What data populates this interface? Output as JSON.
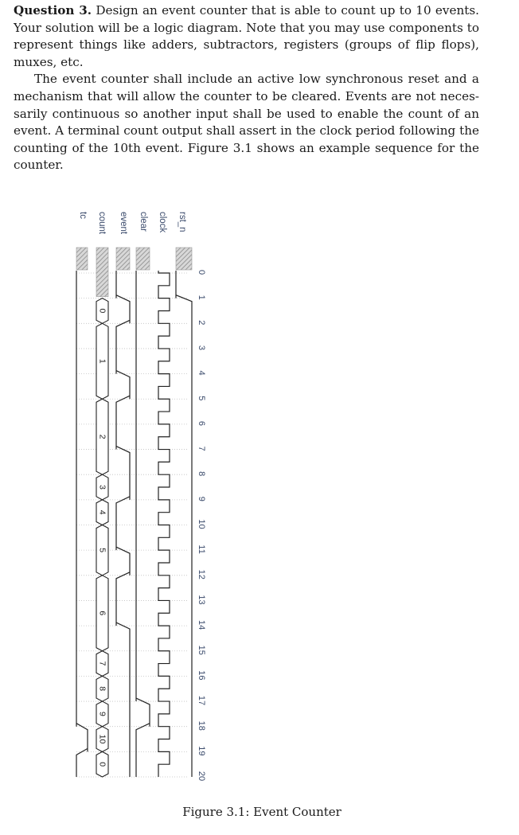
{
  "question": {
    "label": "Question 3.",
    "intro": " Design an event counter that is able to count up to 10 events. Your solution will be a logic diagram. Note that you may use components to represent things like adders, subtractors, registers (groups of flip flops), muxes, etc.",
    "body": "The event counter shall include an active low synchronous reset and a mechanism that will allow the counter to be cleared. Events are not neces­sarily continuous so another input shall be used to enable the count of an event. A terminal count output shall assert in the clock period following the counting of the 10th event. Figure 3.1 shows an example sequence for the counter."
  },
  "figure": {
    "caption": "Figure 3.1: Event Counter",
    "cycles": [
      "0",
      "1",
      "2",
      "3",
      "4",
      "5",
      "6",
      "7",
      "8",
      "9",
      "10",
      "11",
      "12",
      "13",
      "14",
      "15",
      "16",
      "17",
      "18",
      "19",
      "20"
    ],
    "signals": [
      "rst_n",
      "clock",
      "clear",
      "event",
      "count",
      "tc"
    ],
    "waves": {
      "rst_n": [
        0,
        1,
        1,
        1,
        1,
        1,
        1,
        1,
        1,
        1,
        1,
        1,
        1,
        1,
        1,
        1,
        1,
        1,
        1,
        1
      ],
      "clear": [
        0,
        0,
        0,
        0,
        0,
        0,
        0,
        0,
        0,
        0,
        0,
        0,
        0,
        0,
        0,
        0,
        0,
        1,
        0,
        0
      ],
      "event": [
        0,
        1,
        0,
        0,
        1,
        0,
        0,
        1,
        1,
        0,
        0,
        1,
        0,
        0,
        1,
        1,
        1,
        1,
        1,
        1
      ],
      "tc": [
        0,
        0,
        0,
        0,
        0,
        0,
        0,
        0,
        0,
        0,
        0,
        0,
        0,
        0,
        0,
        0,
        0,
        0,
        1,
        0
      ]
    },
    "count_segments": [
      {
        "label": "0",
        "from": 1,
        "to": 2
      },
      {
        "label": "1",
        "from": 2,
        "to": 5
      },
      {
        "label": "2",
        "from": 5,
        "to": 8
      },
      {
        "label": "3",
        "from": 8,
        "to": 9
      },
      {
        "label": "4",
        "from": 9,
        "to": 10
      },
      {
        "label": "5",
        "from": 10,
        "to": 12
      },
      {
        "label": "6",
        "from": 12,
        "to": 15
      },
      {
        "label": "7",
        "from": 15,
        "to": 16
      },
      {
        "label": "8",
        "from": 16,
        "to": 17
      },
      {
        "label": "9",
        "from": 17,
        "to": 18
      },
      {
        "label": "10",
        "from": 18,
        "to": 19
      },
      {
        "label": "0",
        "from": 19,
        "to": 20
      }
    ],
    "colors": {
      "label": "#3a4a6b",
      "wave": "#222222",
      "grid": "#c0c0c0"
    }
  }
}
